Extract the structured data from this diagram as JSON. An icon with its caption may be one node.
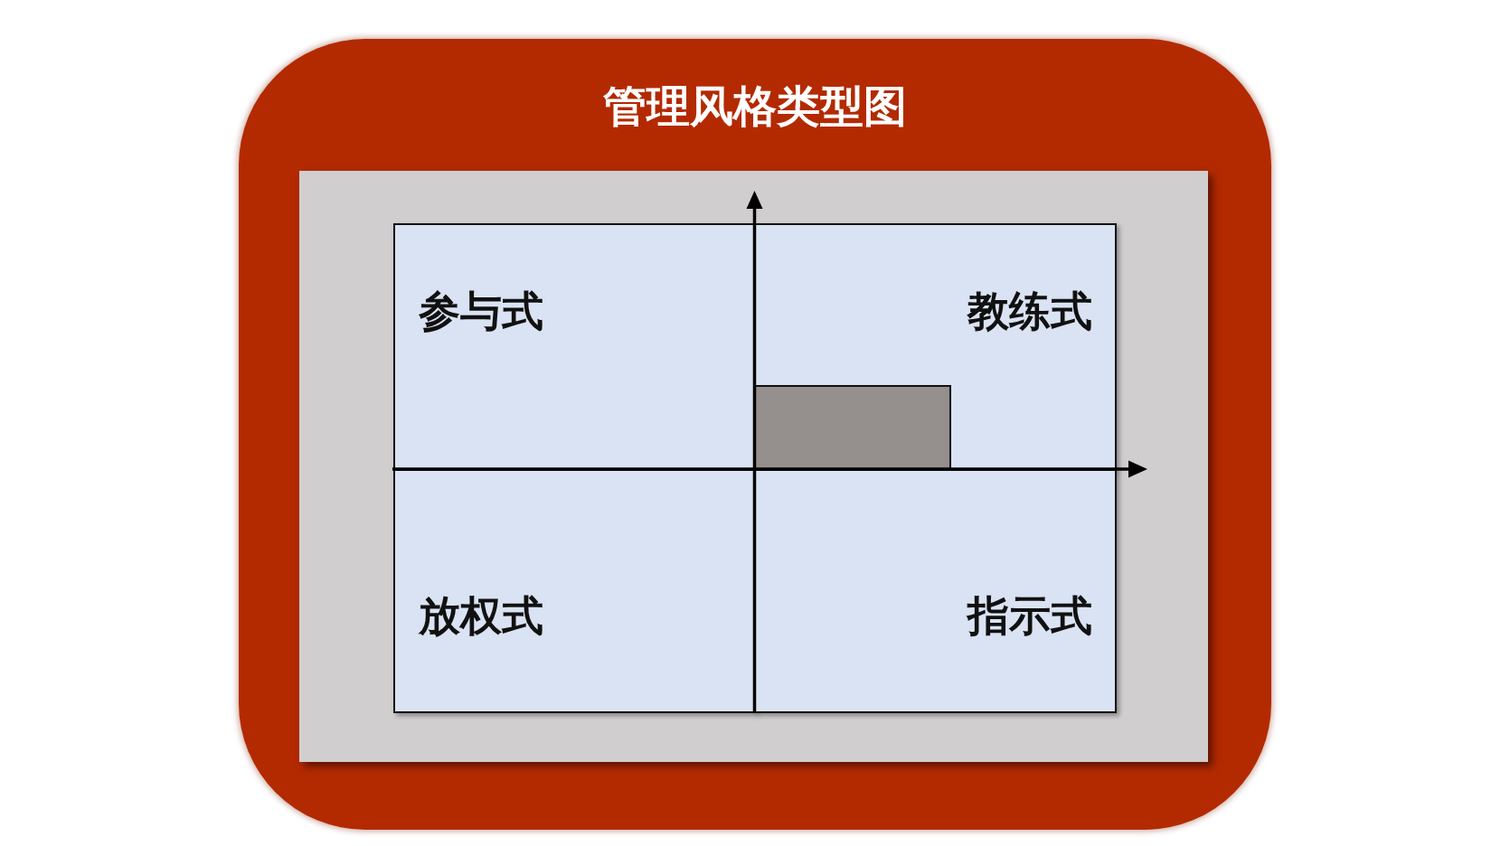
{
  "diagram": {
    "title": "管理风格类型图",
    "nodes": [
      {
        "text": [
          "参与式"
        ]
      },
      {
        "text": [
          "教练式"
        ]
      },
      {
        "text": [],
        "shape": "box",
        "in": 1
      },
      {
        "text": [
          "放权式"
        ]
      },
      {
        "text": [
          "指示式"
        ]
      }
    ]
  }
}
